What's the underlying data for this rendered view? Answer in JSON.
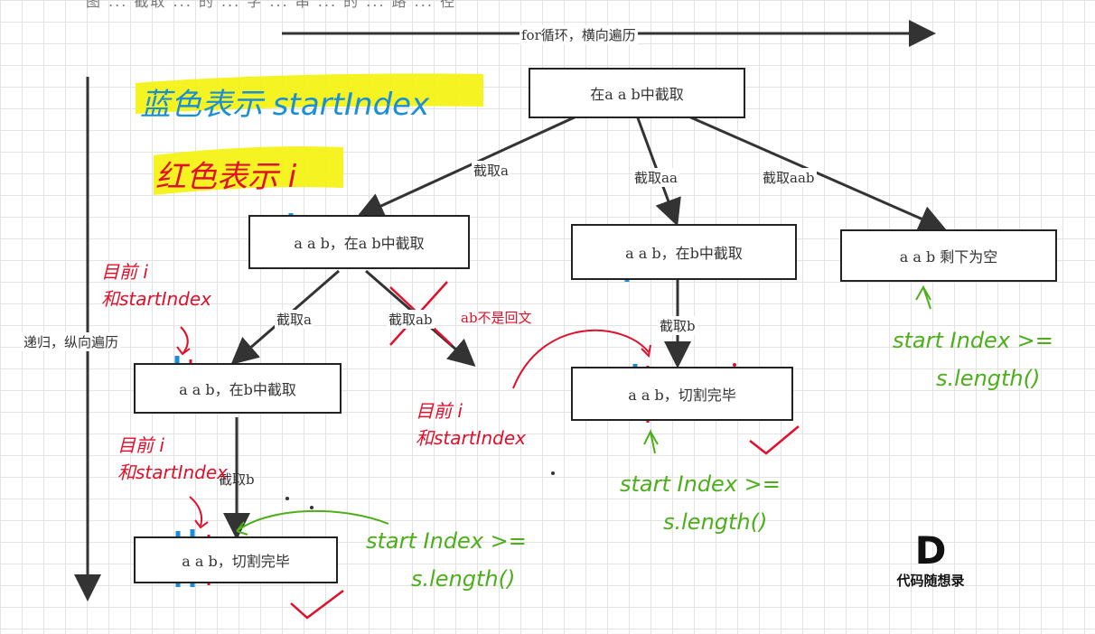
{
  "header_text": "图 ... 截取 ... 的 ... 字 ... 串 ... 的 ... 路 ... 径",
  "axis": {
    "horizontal": "for循环，横向遍历",
    "vertical": "递归，纵向遍历"
  },
  "legend": {
    "blue": "蓝色表示 startIndex",
    "red": "红色表示 i"
  },
  "nodes": {
    "root": "在a a b中截取",
    "n1": "a a b，在a b中截取",
    "n2": "a a b，在b中截取",
    "n3": "a a b  剩下为空",
    "n4": "a a b，在b中截取",
    "n5": "a a b，切割完毕",
    "n6": "a a b，切割完毕"
  },
  "edges": {
    "e_root_n1": "截取a",
    "e_root_n2": "截取aa",
    "e_root_n3": "截取aab",
    "e_n1_n4": "截取a",
    "e_n1_x": "截取ab",
    "e_n2_n6": "截取b",
    "e_n4_n5": "截取b",
    "not_palindrome": "ab不是回文"
  },
  "annotations": {
    "i_start_line1": "目前 i",
    "i_start_line2": "和startIndex",
    "end_condition_line1": "start Index >=",
    "end_condition_line2": "s.length()"
  },
  "logo": {
    "mark": "D",
    "name": "代码随想录"
  },
  "colors": {
    "blue": "#1a8fd6",
    "red": "#e1102a",
    "green": "#4caf1a",
    "highlighter": "#f5f20a"
  }
}
